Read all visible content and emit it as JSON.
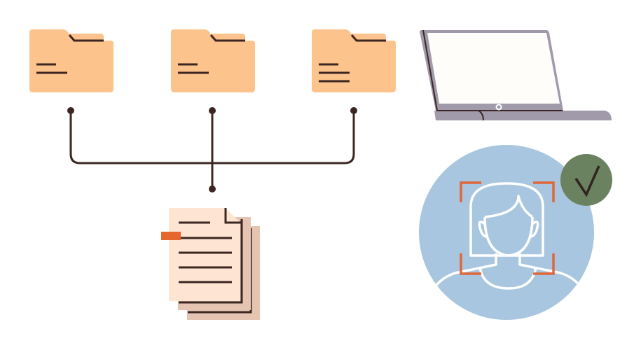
{
  "illustration": {
    "folders": [
      {
        "lines": 2
      },
      {
        "lines": 2
      },
      {
        "lines": 3
      }
    ],
    "document_stack": {
      "pages": 3,
      "text_lines": 5,
      "has_tab": true
    },
    "laptop": {
      "screen": "blank"
    },
    "face_scan": {
      "status": "verified",
      "icon": "check-icon"
    }
  },
  "colors": {
    "folder": "#fdc38c",
    "ink": "#3b2622",
    "page_front": "#fee5d3",
    "page_back": "#e5c5b2",
    "tab": "#e3672f",
    "laptop": "#a09aab",
    "screen": "#fffdfa",
    "face_circle": "#a8c6df",
    "scan_bracket": "#e0673a",
    "check_circle": "#6b8260"
  }
}
